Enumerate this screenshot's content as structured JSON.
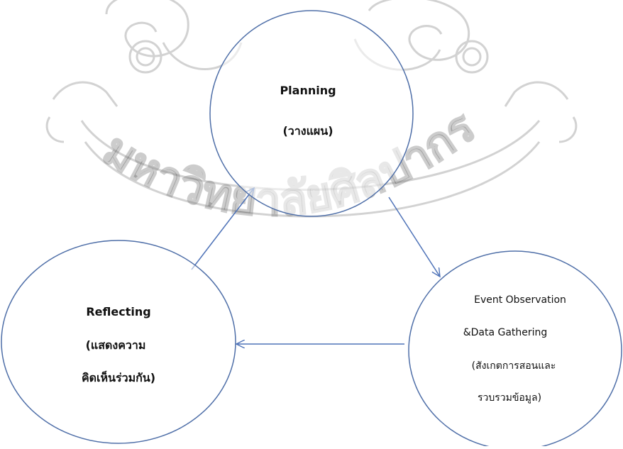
{
  "colors": {
    "circle_stroke": "#4f6fa8",
    "arrow": "#4f73b8",
    "watermark": "#7a7a7a",
    "text": "#111111"
  },
  "watermark_text": "มหาวิทยาลัยศิลปากร",
  "nodes": {
    "planning": {
      "lines": [
        "Planning",
        "(วางแผน)"
      ]
    },
    "observation": {
      "lines": [
        "Event Observation",
        "&Data Gathering",
        "(สังเกตการสอนและ",
        "รวบรวมข้อมูล)"
      ]
    },
    "reflecting": {
      "lines": [
        "Reflecting",
        "(แสดงความ",
        "คิดเห็นร่วมกัน)"
      ]
    }
  }
}
